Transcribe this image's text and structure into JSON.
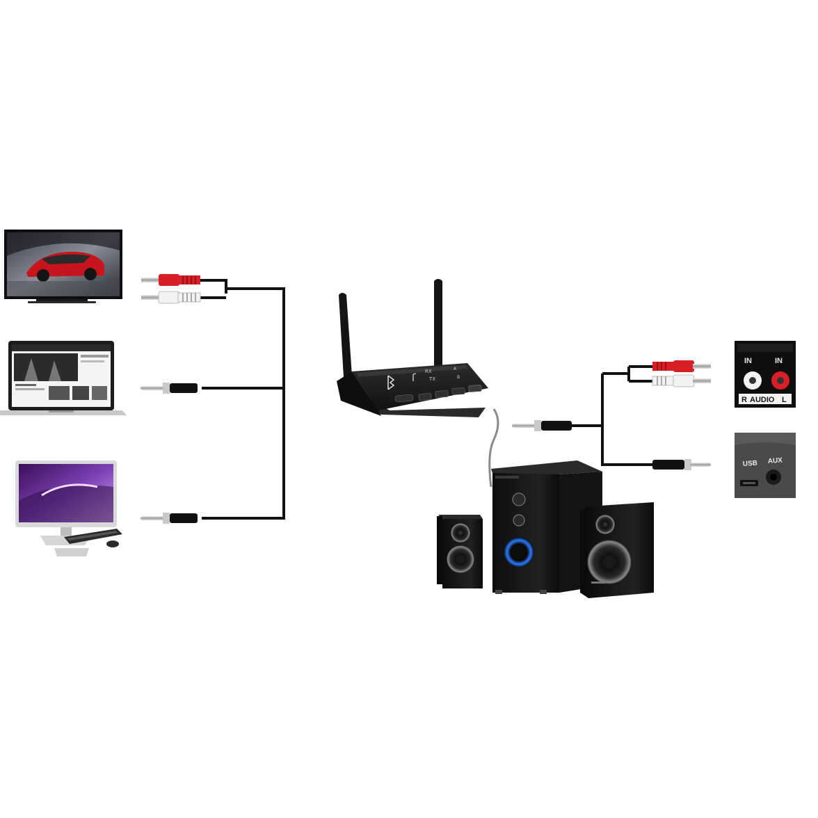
{
  "transmitter": {
    "rx_label": "RX",
    "tx_label": "TX",
    "a_label": "A",
    "b_label": "B"
  },
  "rca_port_panel": {
    "in_left_label": "IN",
    "in_right_label": "IN",
    "r_label": "R",
    "audio_label": "AUDIO",
    "l_label": "L"
  },
  "aux_port_panel": {
    "usb_label": "USB",
    "aux_label": "AUX"
  },
  "colors": {
    "cable": "#111111",
    "rca_red": "#d81f26",
    "rca_white": "#f2f2f2",
    "device_black": "#1b1b1b"
  }
}
